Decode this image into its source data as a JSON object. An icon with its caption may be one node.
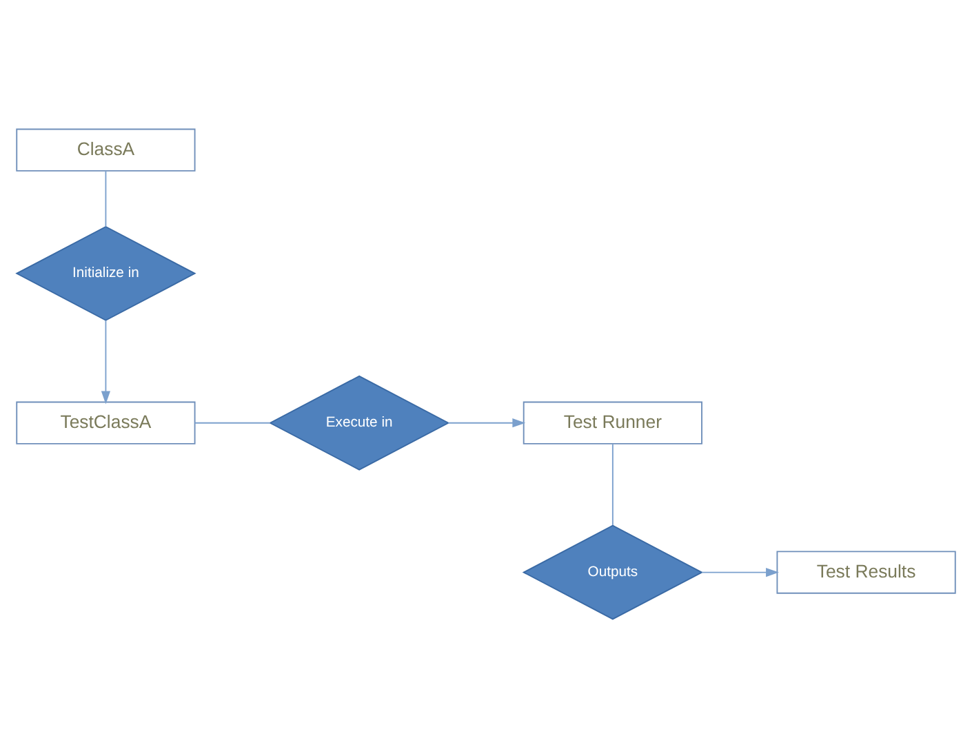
{
  "diagram": {
    "nodes": [
      {
        "text": [
          "ClassA"
        ]
      },
      {
        "text": [
          "Initialize in"
        ]
      },
      {
        "text": [
          "TestClassA"
        ]
      },
      {
        "text": [
          "Execute in"
        ]
      },
      {
        "text": [
          "Test Runner"
        ]
      },
      {
        "text": [
          "Outputs"
        ]
      },
      {
        "text": [
          "Test Results"
        ]
      }
    ],
    "edges": [
      {
        "from": 0,
        "to": 1,
        "arrow": "none"
      },
      {
        "from": 1,
        "to": 2,
        "arrow": "to"
      },
      {
        "from": 2,
        "to": 3,
        "arrow": "none"
      },
      {
        "from": 3,
        "to": 4,
        "arrow": "to"
      },
      {
        "from": 4,
        "to": 5,
        "arrow": "none"
      },
      {
        "from": 5,
        "to": 6,
        "arrow": "to"
      }
    ]
  }
}
